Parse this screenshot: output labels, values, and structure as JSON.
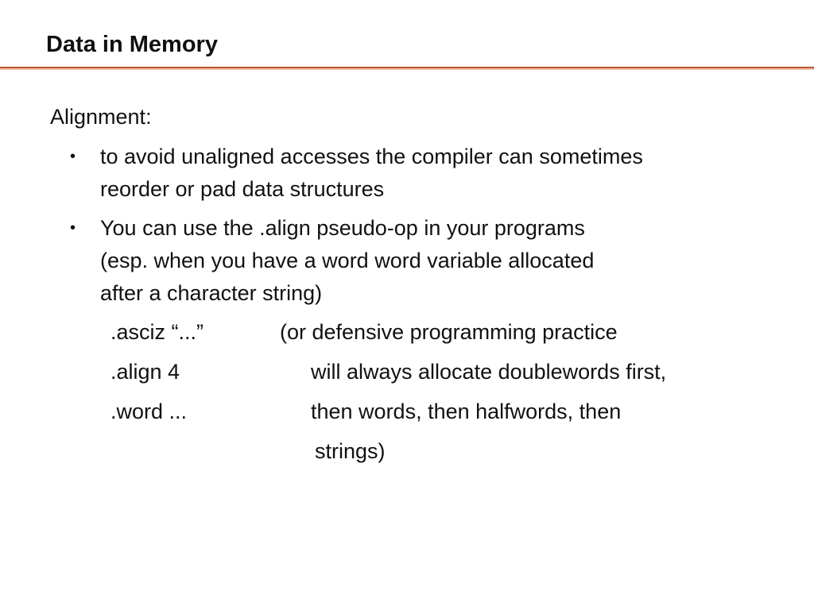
{
  "slide": {
    "title": "Data in Memory",
    "heading": "Alignment:",
    "bullets": [
      {
        "symbol": "•",
        "lines": [
          "to avoid unaligned accesses the compiler can sometimes",
          "reorder or pad data structures"
        ]
      },
      {
        "symbol": "•",
        "lines": [
          "You can use the .align pseudo-op in your programs",
          "(esp. when you have a word  word variable allocated",
          "after a character string)"
        ]
      }
    ],
    "code_rows": [
      {
        "code": ".asciz “...”",
        "comment": "(or defensive programming practice"
      },
      {
        "code": ".align 4",
        "comment": "will always allocate doublewords first,"
      },
      {
        "code": ".word   ...",
        "comment": "then words, then halfwords, then"
      },
      {
        "code": "",
        "comment": "strings)"
      }
    ]
  },
  "colors": {
    "rule_primary": "#c0562a",
    "rule_secondary": "#ecc2ad",
    "text": "#111111",
    "background": "#ffffff"
  }
}
